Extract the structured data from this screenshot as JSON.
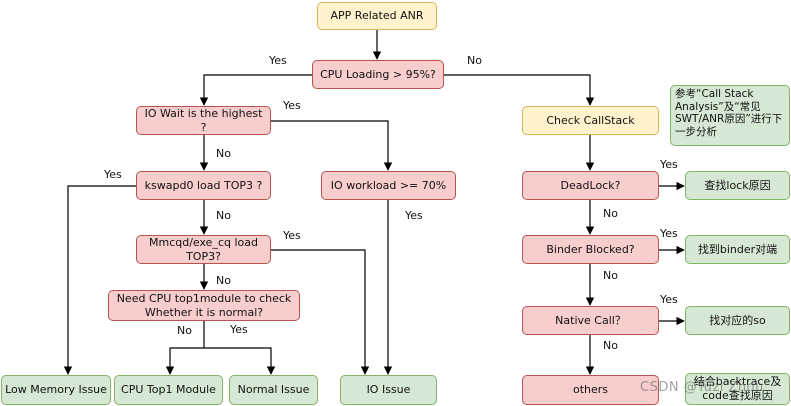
{
  "nodes": {
    "app_anr": "APP Related ANR",
    "cpu_loading": "CPU Loading > 95%?",
    "io_wait": "IO Wait is the highest ?",
    "kswapd0": "kswapd0 load TOP3 ?",
    "io_workload": "IO workload >= 70%",
    "mmcqd": "Mmcqd/exe_cq load TOP3?",
    "need_cpu": "Need CPU top1module to check Whether it is normal?",
    "low_memory": "Low Memory Issue",
    "cpu_top1": "CPU Top1 Module",
    "normal_issue": "Normal Issue",
    "io_issue": "IO Issue",
    "check_callstack": "Check CallStack",
    "note": "参考“Call Stack Analysis”及“常见SWT/ANR原因”进行下一步分析",
    "deadlock": "DeadLock?",
    "find_lock": "查找lock原因",
    "binder_blocked": "Binder Blocked?",
    "find_binder": "找到binder对端",
    "native_call": "Native Call？",
    "find_so": "找对应的so",
    "others": "others",
    "combine": "结合backtrace及code查找原因"
  },
  "edge_labels": {
    "cpu_yes": "Yes",
    "cpu_no": "No",
    "io_wait_yes": "Yes",
    "io_wait_no": "No",
    "kswapd0_yes": "Yes",
    "kswapd0_no": "No",
    "io_workload_yes": "Yes",
    "mmcqd_yes": "Yes",
    "mmcqd_no": "No",
    "need_cpu_no": "No",
    "need_cpu_yes": "Yes",
    "deadlock_yes": "Yes",
    "deadlock_no": "No",
    "binder_yes": "Yes",
    "binder_no": "No",
    "native_yes": "Yes",
    "native_no": "No"
  },
  "watermark": "CSDN @Tuzi Zhou",
  "colors": {
    "start_fill": "#fff2cc",
    "decision_fill": "#f8cecc",
    "result_fill": "#d5e8d4",
    "edge": "#000000"
  }
}
